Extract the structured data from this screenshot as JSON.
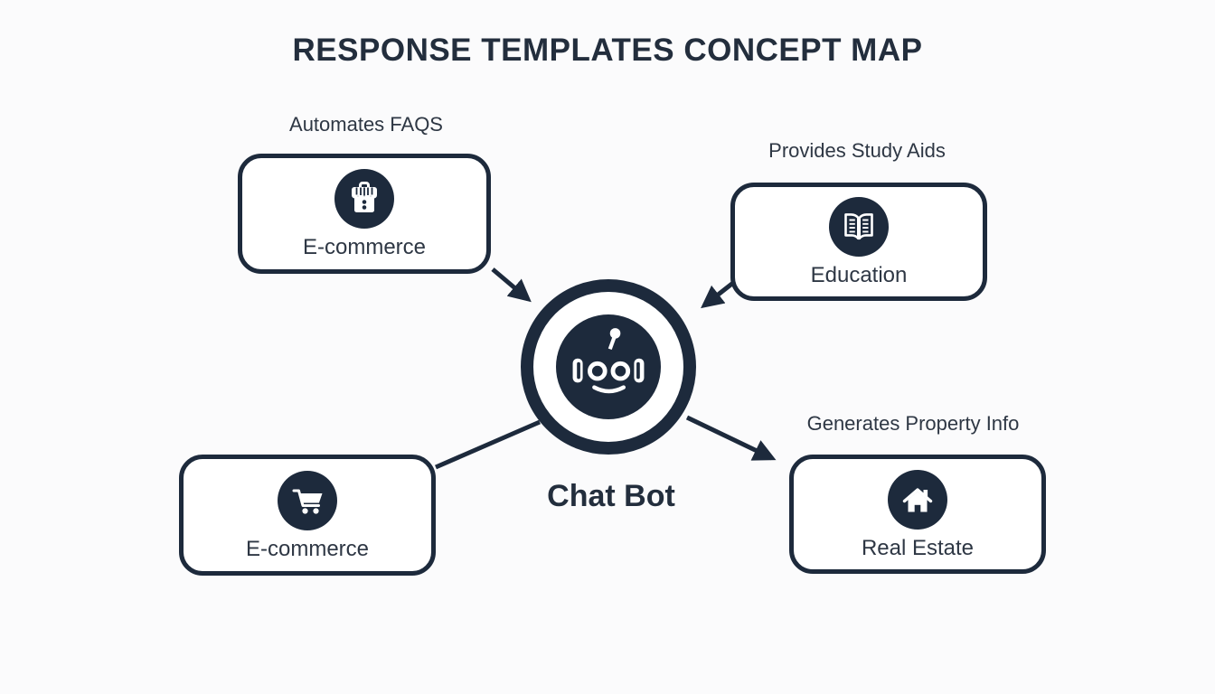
{
  "title": "RESPONSE TEMPLATES CONCEPT MAP",
  "hub": {
    "label": "Chat Bot",
    "icon": "robot-icon"
  },
  "nodes": {
    "top_left": {
      "annotation": "Automates FAQS",
      "label": "E-commerce",
      "icon": "storefront-icon"
    },
    "top_right": {
      "annotation": "Provides Study Aids",
      "label": "Education",
      "icon": "open-book-icon"
    },
    "bottom_left": {
      "annotation": "",
      "label": "E-commerce",
      "icon": "shopping-cart-icon"
    },
    "bottom_right": {
      "annotation": "Generates Property Info",
      "label": "Real Estate",
      "icon": "house-icon"
    }
  },
  "connections": [
    {
      "from": "top_left",
      "to": "hub",
      "arrowhead": true
    },
    {
      "from": "top_right",
      "to": "hub",
      "arrowhead": true
    },
    {
      "from": "hub",
      "to": "bottom_left",
      "arrowhead": false
    },
    {
      "from": "hub",
      "to": "bottom_right",
      "arrowhead": true
    }
  ],
  "colors": {
    "ink": "#1d2a3c",
    "title_text": "#232e3d",
    "label_text": "#2e3744",
    "background": "#fbfbfc",
    "box_fill": "#ffffff",
    "icon_glyph": "#ffffff"
  }
}
